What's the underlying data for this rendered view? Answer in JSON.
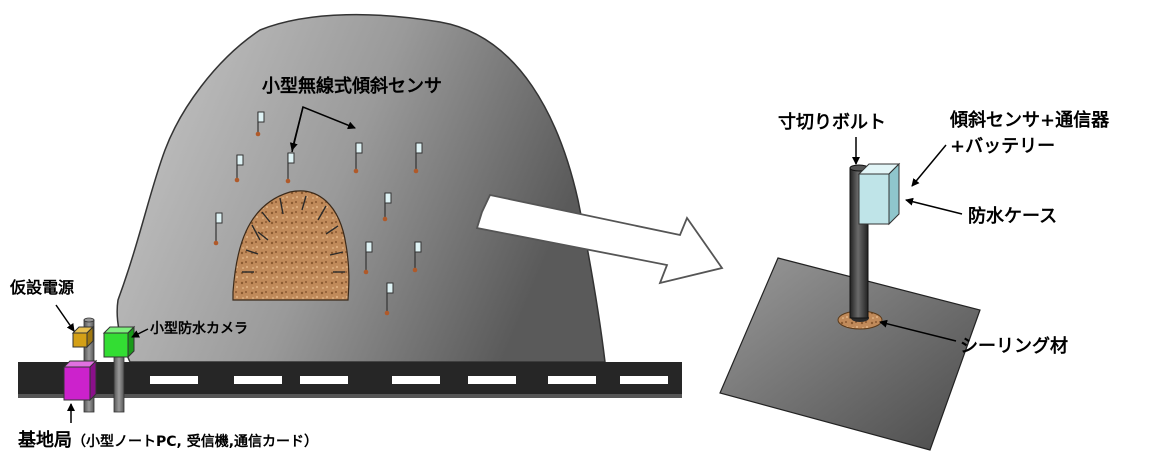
{
  "labels": {
    "sensor_title": "小型無線式傾斜センサ",
    "power_supply": "仮設電源",
    "camera": "小型防水カメラ",
    "base_station_main": "基地局",
    "base_station_detail": "（小型ノートPC, 受信機,通信カード）",
    "bolt": "寸切りボルト",
    "sensor_unit_line1": "傾斜センサ+通信器",
    "sensor_unit_line2": "+バッテリー",
    "waterproof_case": "防水ケース",
    "sealing": "シーリング材"
  },
  "colors": {
    "rock_light": "#bdbdbd",
    "rock_dark": "#5e5e5e",
    "tunnel_soil": "#c89060",
    "road": "#262626",
    "road_lane": "#ffffff",
    "power_box": "#d4a017",
    "camera_box": "#33dd33",
    "base_box": "#cc22cc",
    "sensor_case": "#bfe4e8",
    "plate": "#555555",
    "bolt": "#3a3a3a"
  }
}
